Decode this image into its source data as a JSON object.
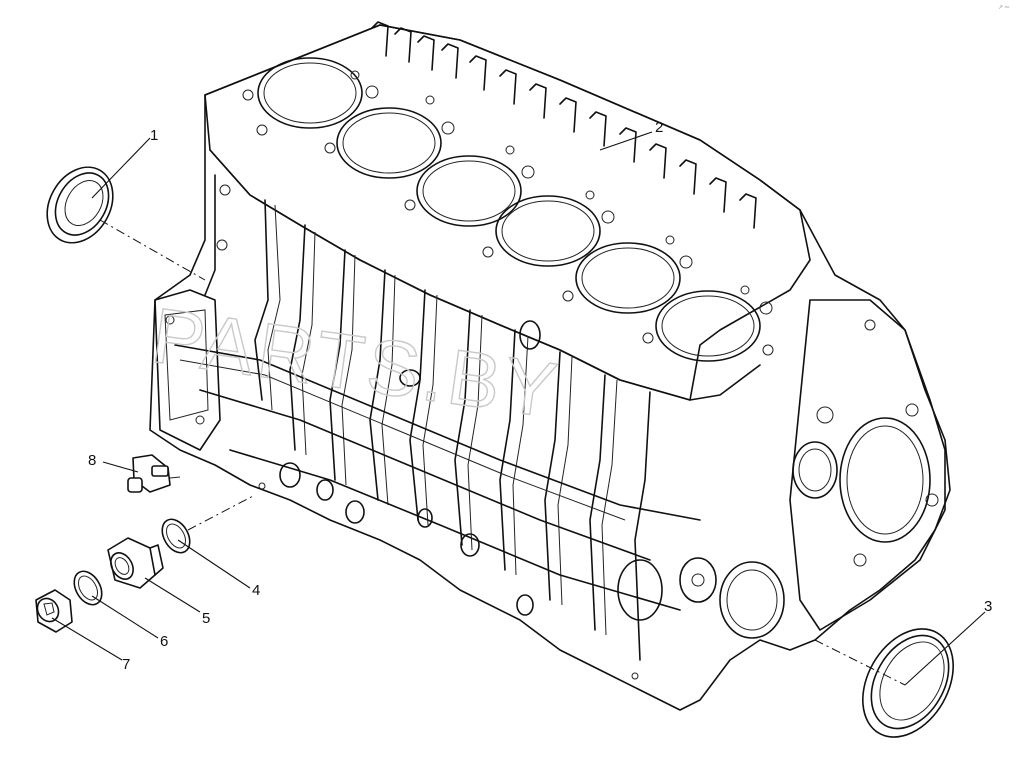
{
  "callouts": [
    {
      "id": "1",
      "label": "1"
    },
    {
      "id": "2",
      "label": "2"
    },
    {
      "id": "3",
      "label": "3"
    },
    {
      "id": "4",
      "label": "4"
    },
    {
      "id": "5",
      "label": "5"
    },
    {
      "id": "6",
      "label": "6"
    },
    {
      "id": "7",
      "label": "7"
    },
    {
      "id": "8",
      "label": "8"
    }
  ],
  "watermark": "PARTS.BY",
  "corner_mark": "↗ ═"
}
